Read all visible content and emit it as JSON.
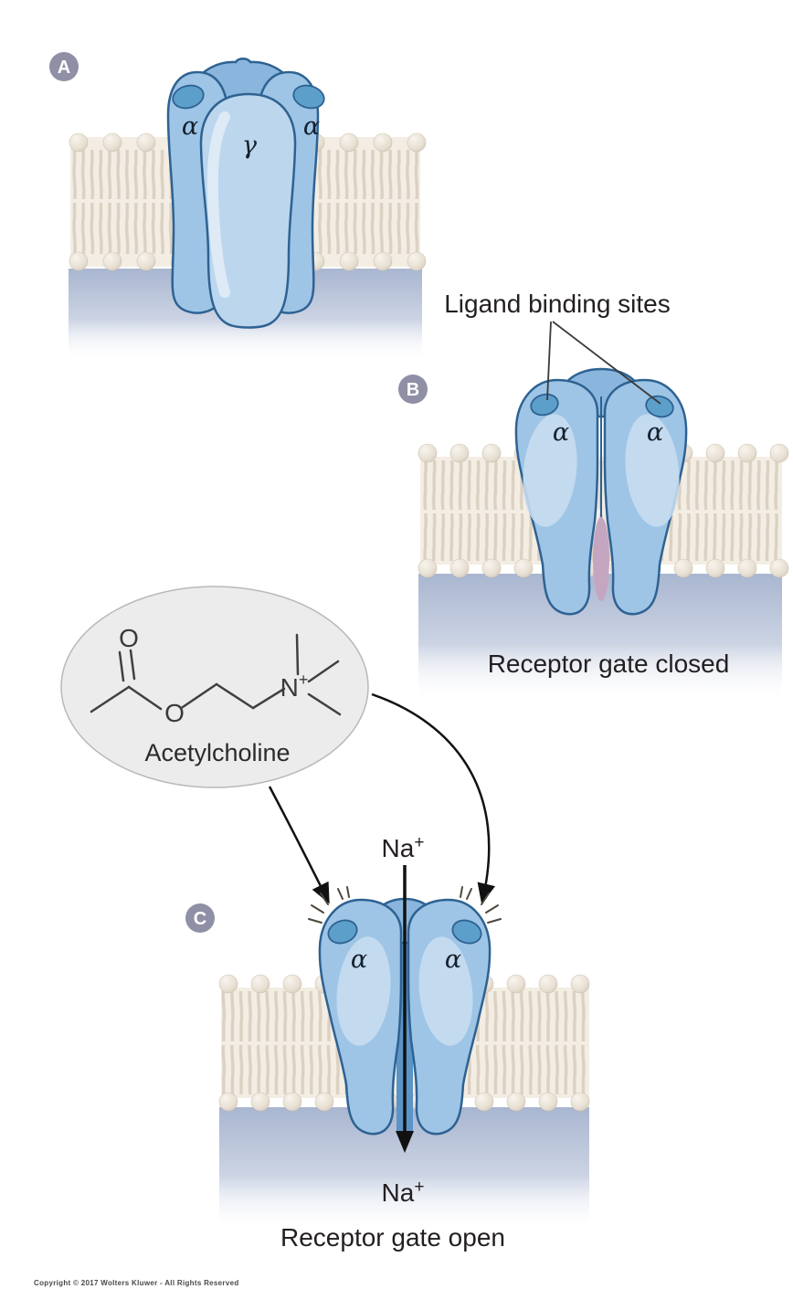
{
  "colors": {
    "receptor_fill": "#9ec5e6",
    "receptor_fill_light": "#c7dcef",
    "receptor_back_fill": "#8ab6dd",
    "receptor_outline": "#2e6292",
    "binding_site_fill": "#5d9fcb",
    "membrane_base": "#f3ede3",
    "badge_fill": "#8f90a6",
    "molecule_oval_fill": "#ececec",
    "gate_closed_pink": "#c4a6c1",
    "channel_blue": "#5b94c6"
  },
  "panel_a": {
    "badge": "A",
    "alpha_left": "α",
    "gamma": "γ",
    "alpha_right": "α"
  },
  "panel_b": {
    "badge": "B",
    "binding_sites_label": "Ligand binding sites",
    "alpha_left": "α",
    "alpha_right": "α",
    "caption": "Receptor gate closed"
  },
  "molecule": {
    "name": "Acetylcholine",
    "carbonyl_oxygen": "O",
    "ester_oxygen": "O",
    "nitrogen": "N",
    "nitrogen_charge": "+"
  },
  "panel_c": {
    "badge": "C",
    "sodium_top": "Na",
    "sodium_top_charge": "+",
    "alpha_left": "α",
    "alpha_right": "α",
    "sodium_bottom": "Na",
    "sodium_bottom_charge": "+",
    "caption": "Receptor gate open"
  },
  "footer": {
    "copyright": "Copyright © 2017 Wolters Kluwer - All Rights Reserved"
  }
}
